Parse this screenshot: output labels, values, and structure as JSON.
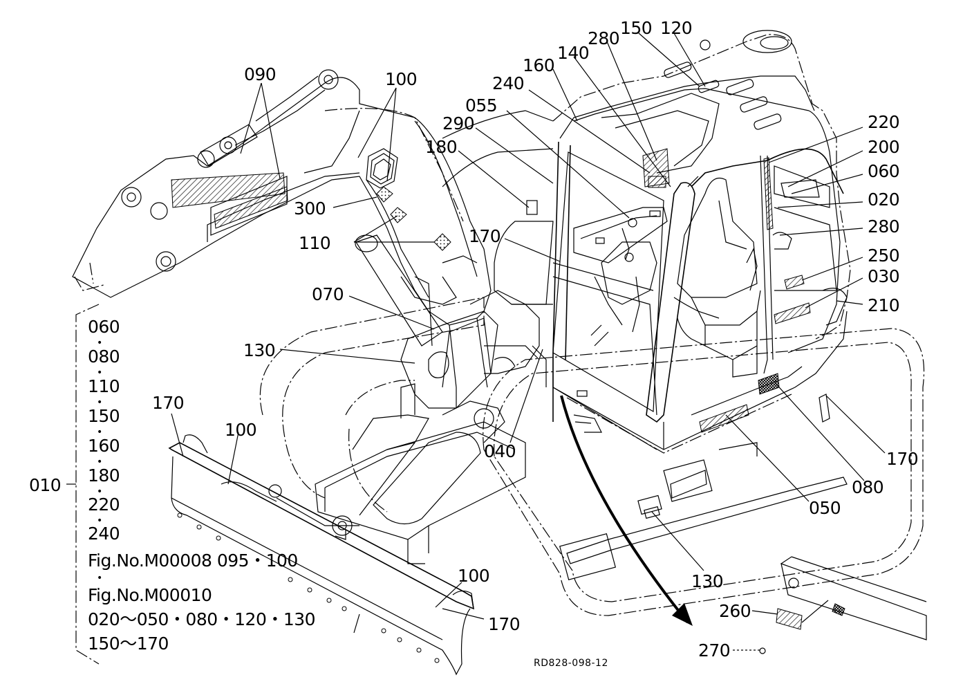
{
  "callouts": [
    {
      "id": "c090",
      "text": "090"
    },
    {
      "id": "c100a",
      "text": "100"
    },
    {
      "id": "c300",
      "text": "300"
    },
    {
      "id": "c110",
      "text": "110"
    },
    {
      "id": "c180",
      "text": "180"
    },
    {
      "id": "c290",
      "text": "290"
    },
    {
      "id": "c055",
      "text": "055"
    },
    {
      "id": "c240",
      "text": "240"
    },
    {
      "id": "c160",
      "text": "160"
    },
    {
      "id": "c140",
      "text": "140"
    },
    {
      "id": "c280a",
      "text": "280"
    },
    {
      "id": "c150",
      "text": "150"
    },
    {
      "id": "c120",
      "text": "120"
    },
    {
      "id": "c220",
      "text": "220"
    },
    {
      "id": "c200",
      "text": "200"
    },
    {
      "id": "c060",
      "text": "060"
    },
    {
      "id": "c020",
      "text": "020"
    },
    {
      "id": "c280b",
      "text": "280"
    },
    {
      "id": "c250",
      "text": "250"
    },
    {
      "id": "c030",
      "text": "030"
    },
    {
      "id": "c210",
      "text": "210"
    },
    {
      "id": "c170a",
      "text": "170"
    },
    {
      "id": "c070",
      "text": "070"
    },
    {
      "id": "c130a",
      "text": "130"
    },
    {
      "id": "c170b",
      "text": "170"
    },
    {
      "id": "c100b",
      "text": "100"
    },
    {
      "id": "c040",
      "text": "040"
    },
    {
      "id": "c170c",
      "text": "170"
    },
    {
      "id": "c080",
      "text": "080"
    },
    {
      "id": "c050",
      "text": "050"
    },
    {
      "id": "c130b",
      "text": "130"
    },
    {
      "id": "c100c",
      "text": "100"
    },
    {
      "id": "c170d",
      "text": "170"
    },
    {
      "id": "c260",
      "text": "260"
    },
    {
      "id": "c270",
      "text": "270"
    }
  ],
  "group": {
    "root": "010",
    "items": [
      "060",
      "080",
      "110",
      "150",
      "160",
      "180",
      "220",
      "240"
    ],
    "separator": "•",
    "references": [
      "Fig.No.M00008  095・100",
      "Fig.No.M00010",
      "020～050・080・120・130",
      "150～170"
    ]
  },
  "drawing_code": "RD828-098-12"
}
